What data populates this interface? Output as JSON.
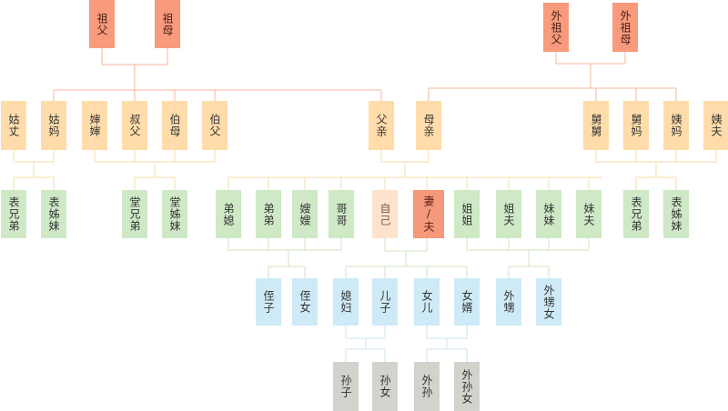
{
  "colors": {
    "grandparent": "#f89a7c",
    "parent_generation": "#ffdcaa",
    "sibling_generation": "#cfe8c6",
    "self": "#fde3cc",
    "spouse": "#f5987b",
    "children_generation": "#cfeaf7",
    "grandchildren_generation": "#d1d3cd",
    "line_orange": "#f8b59c",
    "line_yellow": "#f5dca8",
    "line_green": "#cfe6c0",
    "line_blue": "#c9e4f2",
    "line_grey": "#cfd2cc"
  },
  "nodes": {
    "zufu": "祖父",
    "zumu": "祖母",
    "waizufu": "外祖父",
    "waizumu": "外祖母",
    "guzhang": "姑丈",
    "guma": "姑妈",
    "shenshen": "婶婶",
    "shufu": "叔父",
    "bomu": "伯母",
    "bofu": "伯父",
    "fuqin": "父亲",
    "muqin": "母亲",
    "jiujiu": "舅舅",
    "jiuma": "舅妈",
    "yima": "姨妈",
    "yifu": "姨夫",
    "biaoxiongdi_l": "表兄弟",
    "biaozimei_l": "表姊妹",
    "tangxiongdi": "堂兄弟",
    "tangzimei": "堂姊妹",
    "dixi": "弟媳",
    "didi": "弟弟",
    "saosao": "嫂嫂",
    "gege": "哥哥",
    "ziji": "自己",
    "qifu": "妻/夫",
    "jiejie": "姐姐",
    "jiefu": "姐夫",
    "meimei": "妹妹",
    "meifu": "妹夫",
    "biaoxiongdi_r": "表兄弟",
    "biaozimei_r": "表姊妹",
    "zhizi": "侄子",
    "zhinv": "侄女",
    "xifu": "媳妇",
    "erzi": "儿子",
    "nver": "女儿",
    "nvxu": "女婿",
    "waisheng": "外甥",
    "waishengnv": "外甥女",
    "sunzi": "孙子",
    "sunnv": "孙女",
    "waisun": "外孙",
    "waisunnv": "外孙女"
  }
}
